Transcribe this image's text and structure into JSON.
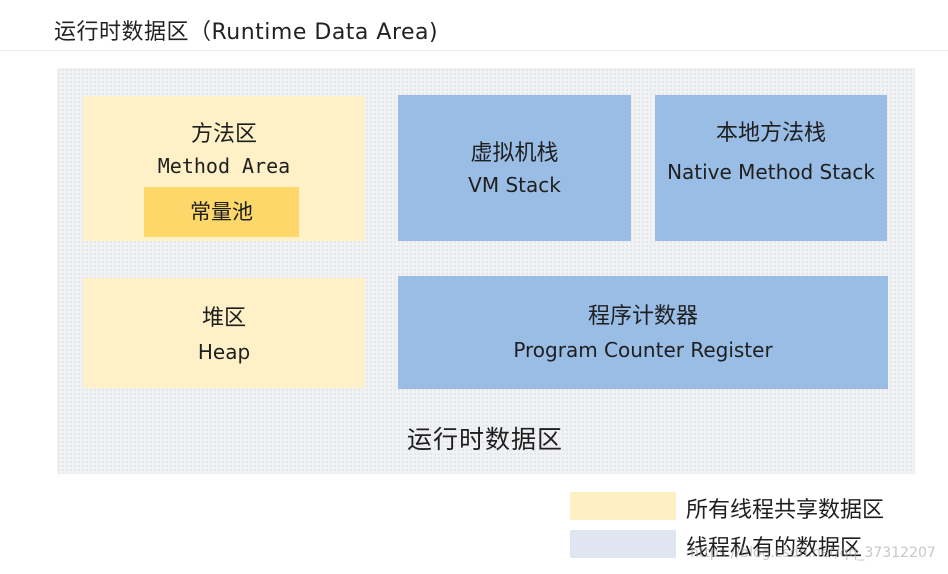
{
  "title": "运行时数据区（Runtime Data Area)",
  "areas": {
    "method_area": {
      "name": "方法区",
      "english": "Method Area",
      "constant_pool": "常量池"
    },
    "vm_stack": {
      "name": "虚拟机栈",
      "english": "VM Stack"
    },
    "native_method_stack": {
      "name": "本地方法栈",
      "english": "Native Method Stack"
    },
    "heap": {
      "name": "堆区",
      "english": "Heap"
    },
    "pc_register": {
      "name": "程序计数器",
      "english": "Program Counter Register"
    }
  },
  "caption": "运行时数据区",
  "legend": {
    "shared": "所有线程共享数据区",
    "private": "线程私有的数据区"
  },
  "watermark": "https://blog.csdn.net/qq_37312207",
  "colors": {
    "shared": "#fef0c7",
    "constant_pool": "#fed76a",
    "private": "#99bde5",
    "background": "#f1f2f4"
  }
}
